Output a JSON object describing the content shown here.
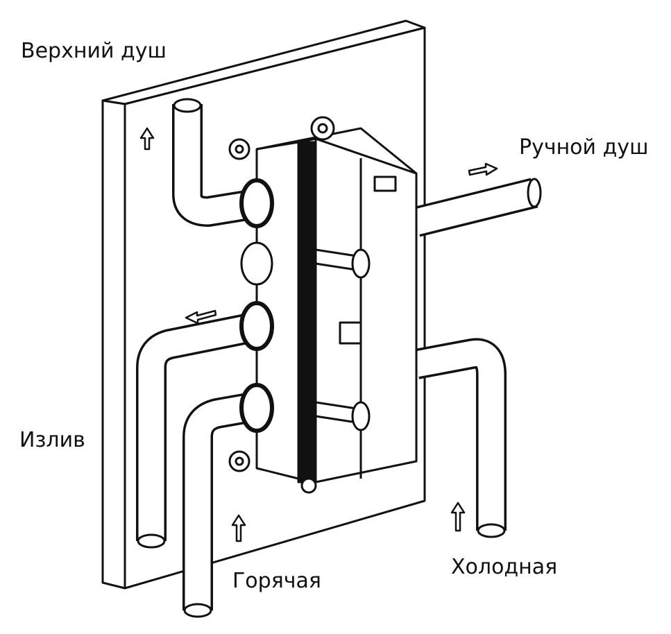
{
  "labels": {
    "top_shower": "Верхний душ",
    "hand_shower": "Ручной душ",
    "spout": "Излив",
    "hot": "Горячая",
    "cold": "Холодная"
  },
  "colors": {
    "line": "#111111",
    "background": "#ffffff"
  }
}
